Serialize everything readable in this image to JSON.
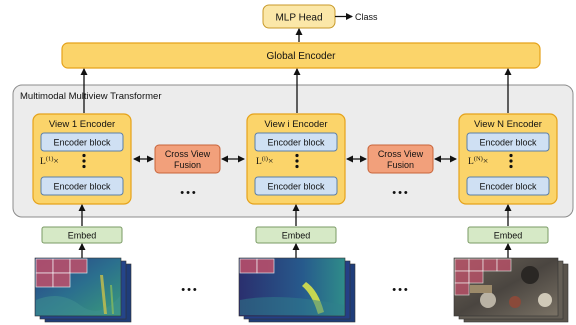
{
  "head": {
    "label": "MLP Head",
    "output": "Class"
  },
  "global_encoder": {
    "label": "Global Encoder"
  },
  "transformer": {
    "title": "Multimodal Multiview Transformer"
  },
  "views": [
    {
      "title": "View 1 Encoder",
      "block_top": "Encoder block",
      "block_bottom": "Encoder block",
      "repeat_base": "L",
      "repeat_sup": "(1)",
      "repeat_times": "×",
      "embed": "Embed"
    },
    {
      "title": "View i Encoder",
      "block_top": "Encoder block",
      "block_bottom": "Encoder block",
      "repeat_base": "L",
      "repeat_sup": "(i)",
      "repeat_times": "×",
      "embed": "Embed"
    },
    {
      "title": "View N Encoder",
      "block_top": "Encoder block",
      "block_bottom": "Encoder block",
      "repeat_base": "L",
      "repeat_sup": "(N)",
      "repeat_times": "×",
      "embed": "Embed"
    }
  ],
  "fusions": [
    {
      "line1": "Cross View",
      "line2": "Fusion"
    },
    {
      "line1": "Cross View",
      "line2": "Fusion"
    }
  ],
  "ellipsis": "•••",
  "colors": {
    "encoder_fill": "#fbd46a",
    "encoder_stroke": "#e5a21a",
    "block_fill": "#cfe0f3",
    "block_stroke": "#5b7fa8",
    "embed_fill": "#d6e9c6",
    "embed_stroke": "#7a9a64",
    "fusion_fill": "#f2a07b",
    "fusion_stroke": "#c8643a",
    "panel_fill": "#ececec",
    "panel_stroke": "#8c8c8c"
  }
}
